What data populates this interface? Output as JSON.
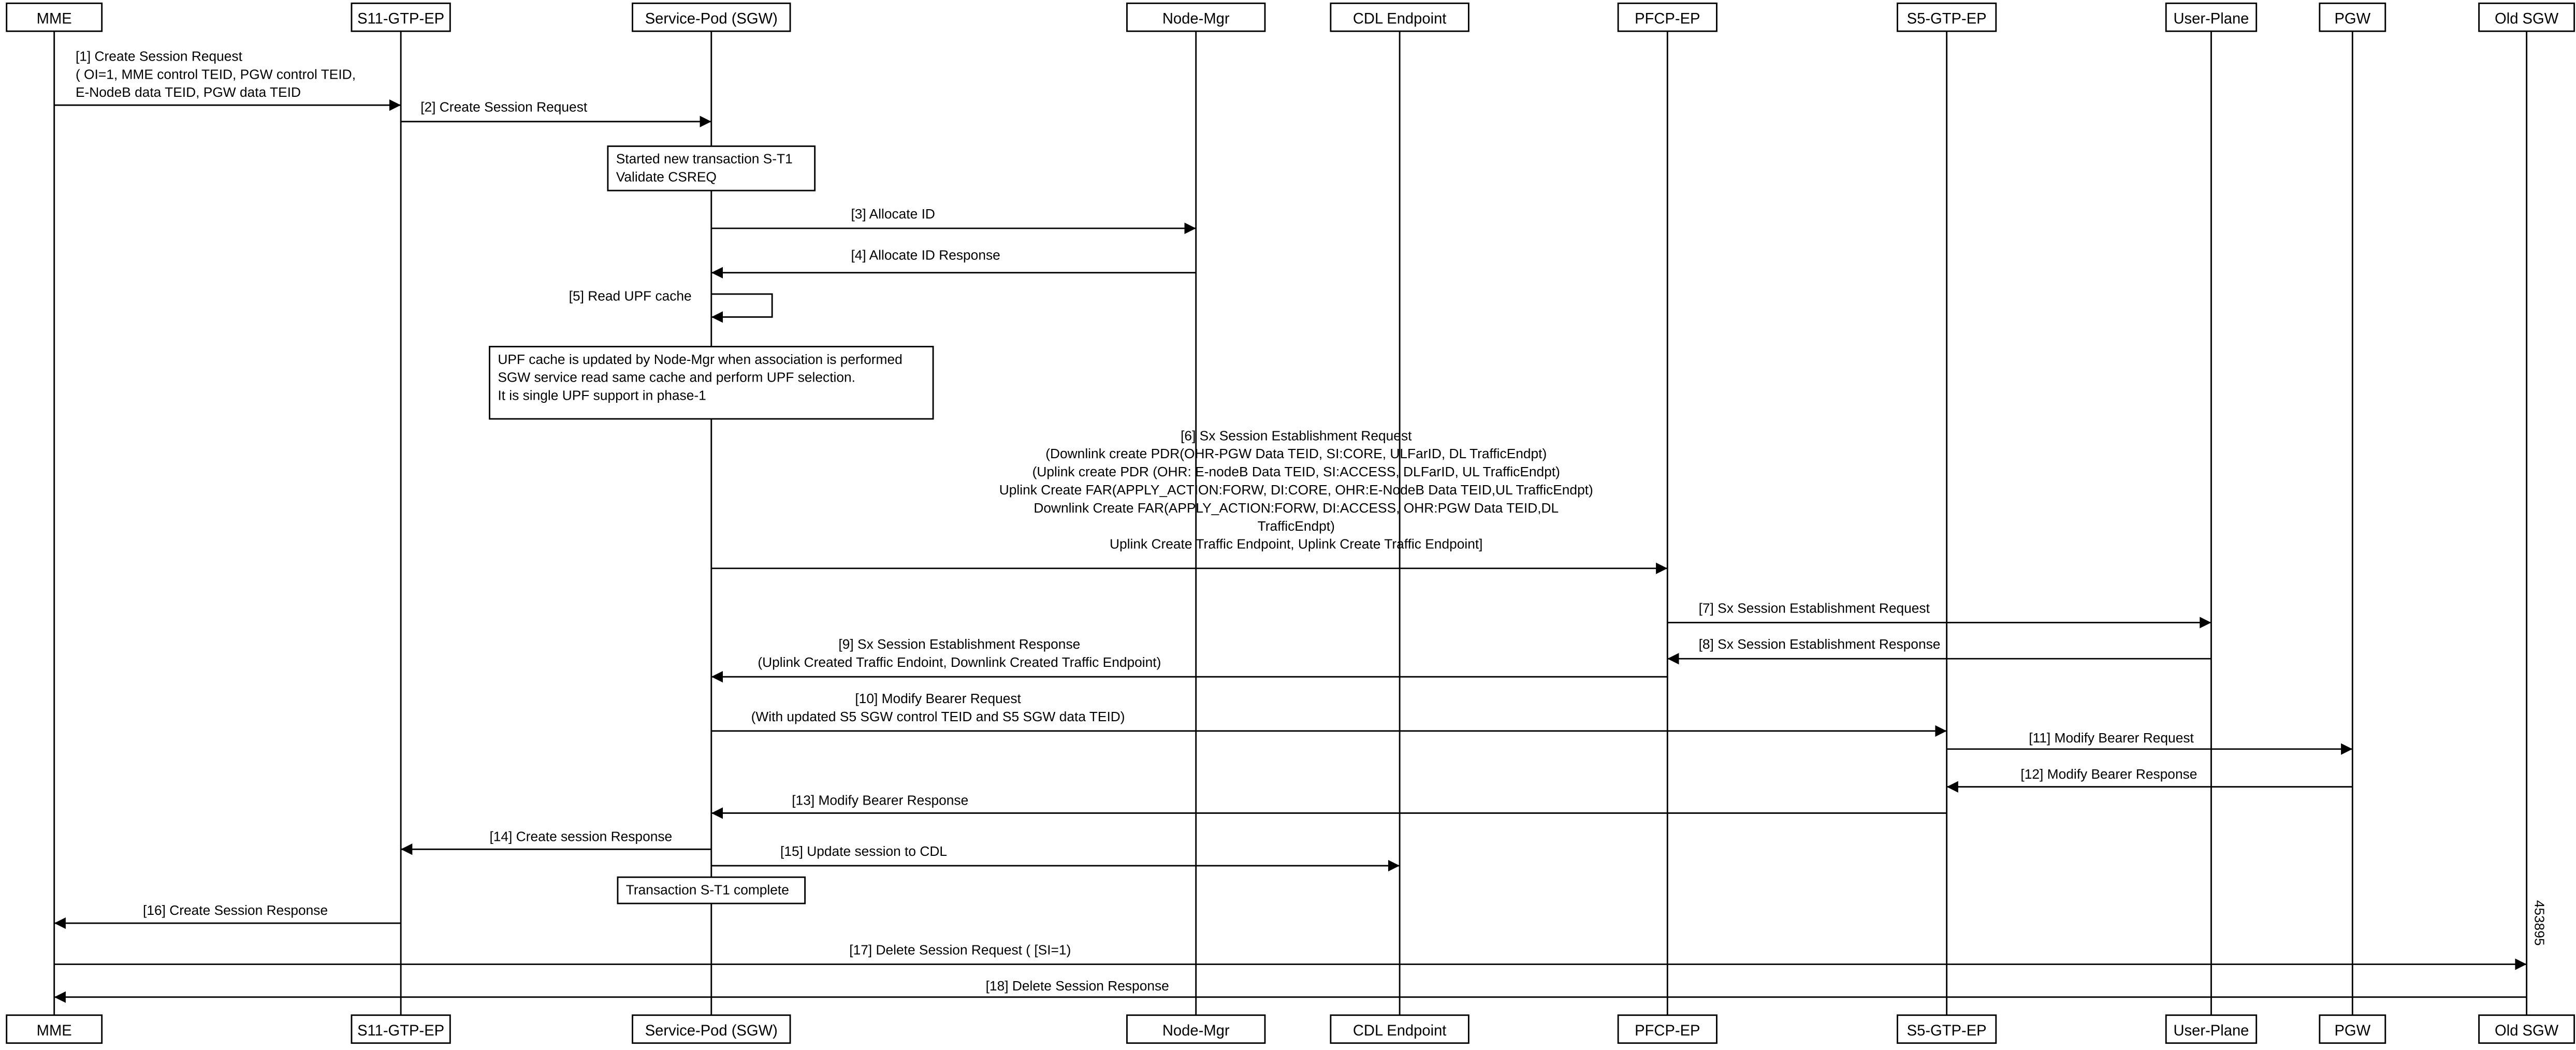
{
  "participants": [
    {
      "label": "MME"
    },
    {
      "label": "S11-GTP-EP"
    },
    {
      "label": "Service-Pod (SGW)"
    },
    {
      "label": "Node-Mgr"
    },
    {
      "label": "CDL Endpoint"
    },
    {
      "label": "PFCP-EP"
    },
    {
      "label": "S5-GTP-EP"
    },
    {
      "label": "User-Plane"
    },
    {
      "label": "PGW"
    },
    {
      "label": "Old SGW"
    }
  ],
  "messages": [
    {
      "from": 0,
      "to": 1,
      "lines": [
        "[1] Create Session Request",
        "( OI=1, MME control TEID, PGW control TEID,",
        "E-NodeB data TEID, PGW data TEID"
      ]
    },
    {
      "from": 1,
      "to": 2,
      "lines": [
        "[2] Create Session Request"
      ]
    },
    {
      "from": 2,
      "to": 3,
      "lines": [
        "[3] Allocate ID"
      ]
    },
    {
      "from": 3,
      "to": 2,
      "lines": [
        "[4] Allocate ID Response"
      ]
    },
    {
      "from": 2,
      "to": 2,
      "lines": [
        "[5] Read UPF cache"
      ]
    },
    {
      "from": 2,
      "to": 5,
      "lines": [
        "[6] Sx Session Establishment Request",
        "(Downlink create PDR(OHR-PGW Data TEID, SI:CORE, ULFarID, DL TrafficEndpt)",
        "(Uplink create PDR (OHR: E-nodeB Data TEID,  SI:ACCESS, DLFarID, UL TrafficEndpt)",
        "Uplink Create FAR(APPLY_ACTION:FORW, DI:CORE, OHR:E-NodeB Data TEID,UL TrafficEndpt)",
        "Downlink Create FAR(APPLY_ACTION:FORW, DI:ACCESS, OHR:PGW Data TEID,DL",
        "TrafficEndpt)",
        "Uplink Create Traffic  Endpoint, Uplink Create Traffic  Endpoint]"
      ]
    },
    {
      "from": 5,
      "to": 7,
      "lines": [
        "[7] Sx Session Establishment Request"
      ]
    },
    {
      "from": 7,
      "to": 5,
      "lines": [
        "[8] Sx Session Establishment Response"
      ]
    },
    {
      "from": 5,
      "to": 2,
      "lines": [
        "[9] Sx Session Establishment Response",
        "(Uplink Created Traffic Endoint, Downlink Created Traffic Endpoint)"
      ]
    },
    {
      "from": 2,
      "to": 6,
      "lines": [
        "[10] Modify Bearer Request",
        "(With updated S5 SGW control TEID and S5 SGW data TEID)"
      ]
    },
    {
      "from": 6,
      "to": 8,
      "lines": [
        "[11] Modify Bearer Request"
      ]
    },
    {
      "from": 8,
      "to": 6,
      "lines": [
        "[12] Modify Bearer Response"
      ]
    },
    {
      "from": 6,
      "to": 2,
      "lines": [
        "[13] Modify Bearer Response"
      ]
    },
    {
      "from": 2,
      "to": 1,
      "lines": [
        "[14] Create session Response"
      ]
    },
    {
      "from": 2,
      "to": 4,
      "lines": [
        "[15] Update session to CDL"
      ]
    },
    {
      "from": 1,
      "to": 0,
      "lines": [
        "[16] Create Session Response"
      ]
    },
    {
      "from": 0,
      "to": 9,
      "lines": [
        "[17] Delete Session Request ( [SI=1)"
      ]
    },
    {
      "from": 9,
      "to": 0,
      "lines": [
        "[18] Delete Session Response"
      ]
    }
  ],
  "notes": [
    {
      "lines": [
        "Started new transaction S-T1",
        "Validate CSREQ"
      ]
    },
    {
      "lines": [
        "UPF cache is updated by Node-Mgr when association is performed",
        "SGW service read same cache and perform UPF selection.",
        "It is single UPF support in phase-1"
      ]
    },
    {
      "lines": [
        "Transaction S-T1 complete"
      ]
    }
  ],
  "figure_id": "453895"
}
